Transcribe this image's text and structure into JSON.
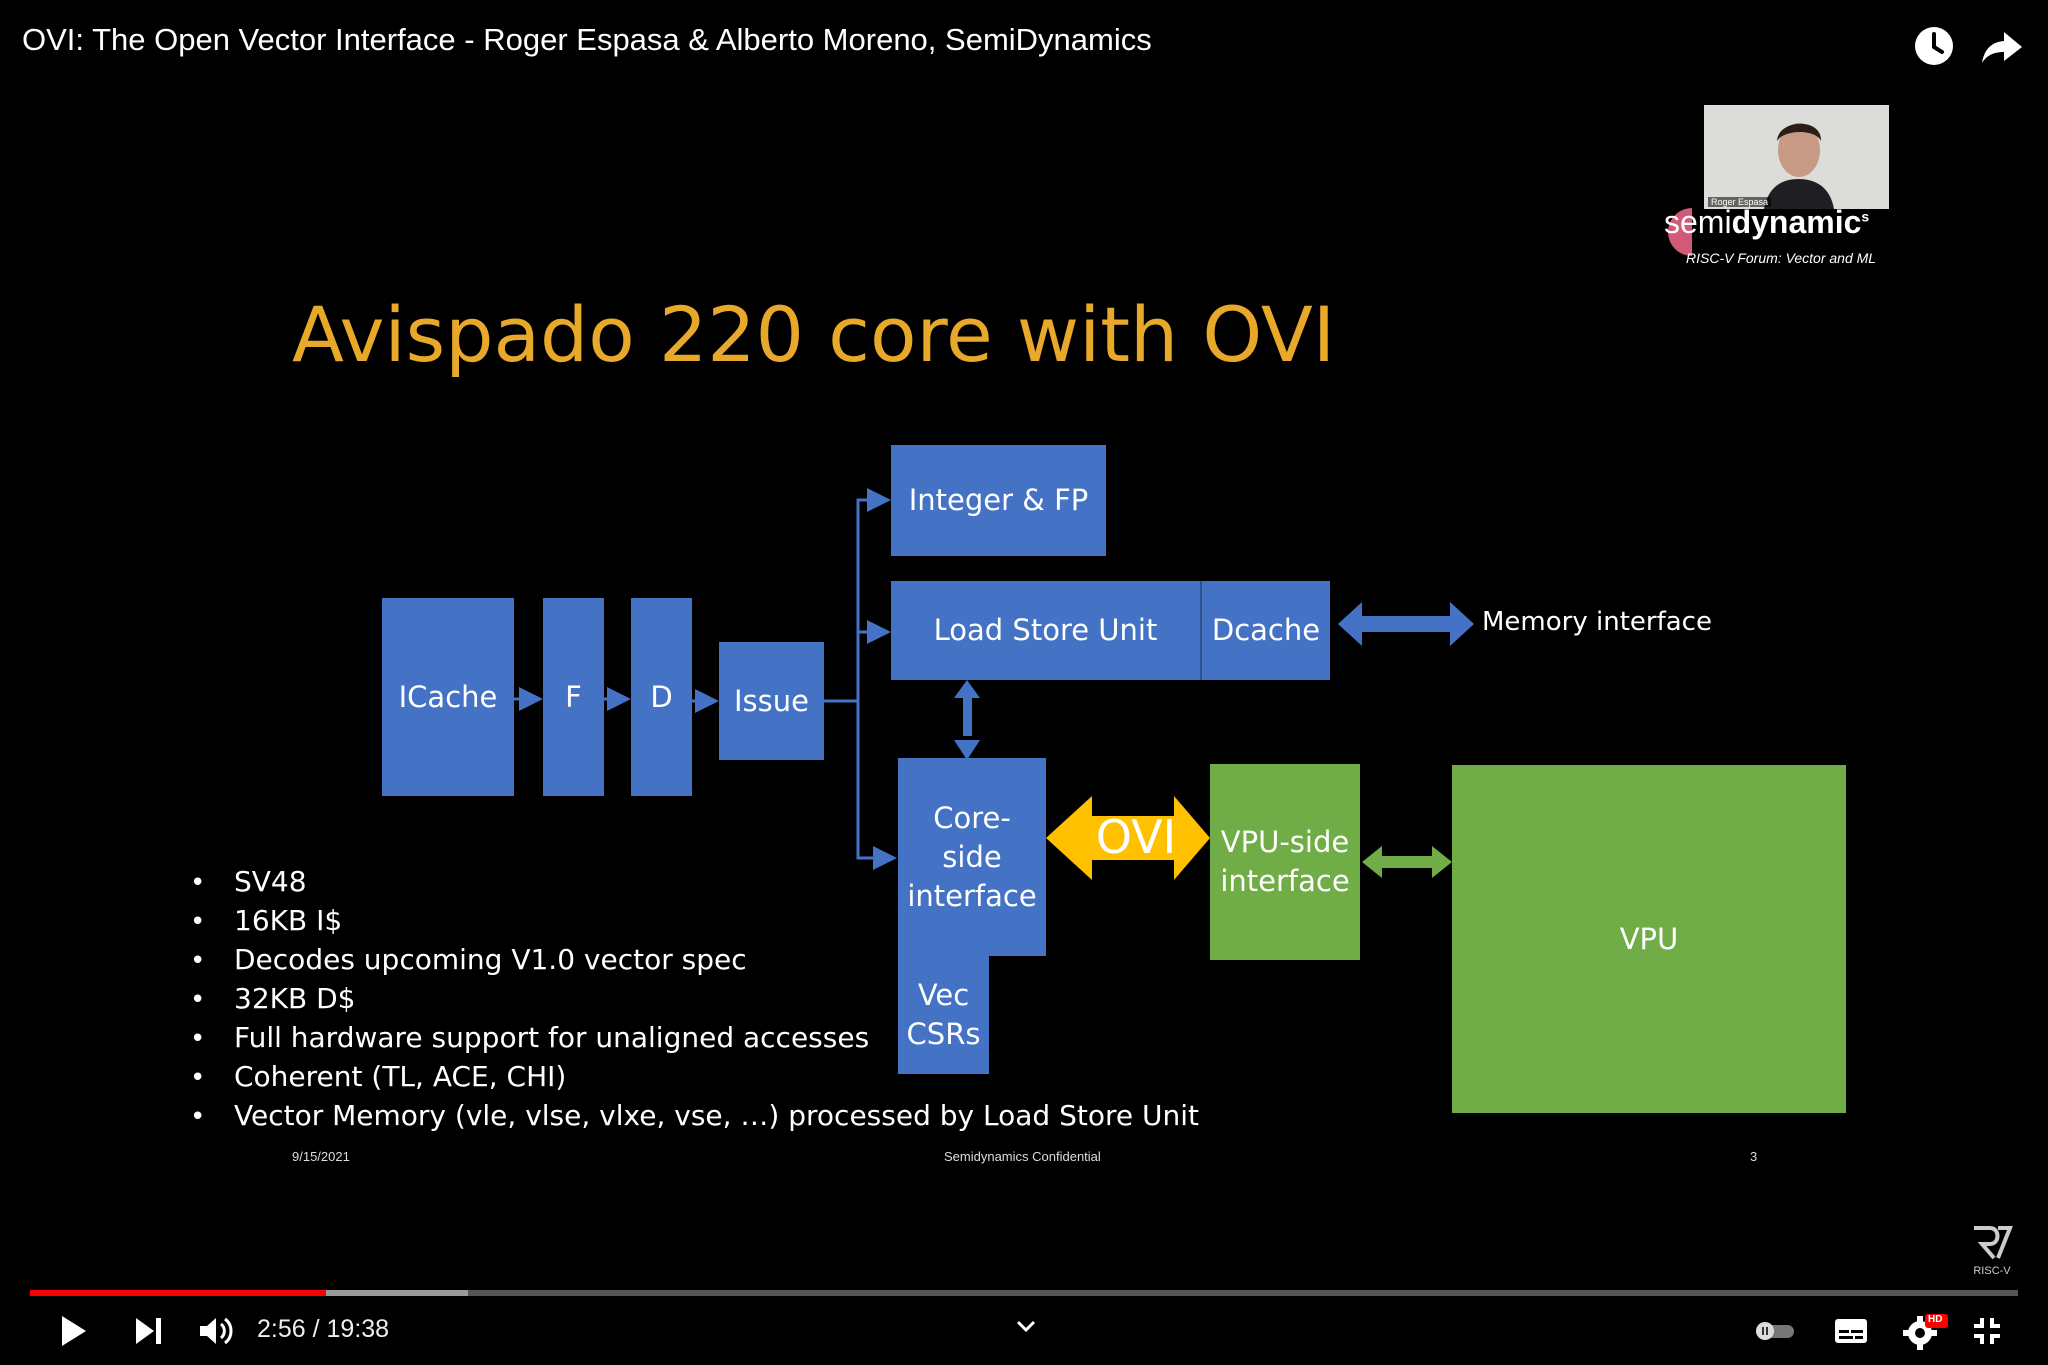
{
  "video": {
    "title": "OVI: The Open Vector Interface - Roger Espasa & Alberto Moreno, SemiDynamics"
  },
  "slide": {
    "title": "Avispado 220 core with OVI",
    "blocks": {
      "icache": "ICache",
      "f": "F",
      "d": "D",
      "issue": "Issue",
      "integer_fp": "Integer & FP",
      "lsu": "Load Store Unit",
      "dcache": "Dcache",
      "memory_interface": "Memory interface",
      "core_side_1": "Core-",
      "core_side_2": "side",
      "core_side_3": "interface",
      "ovi": "OVI",
      "vpu_side_1": "VPU-side",
      "vpu_side_2": "interface",
      "vpu": "VPU",
      "vec_1": "Vec",
      "vec_2": "CSRs"
    },
    "bullets": [
      "SV48",
      "16KB I$",
      "Decodes upcoming V1.0 vector spec",
      "32KB D$",
      "Full hardware support for unaligned accesses",
      "Coherent (TL, ACE, CHI)",
      "Vector Memory (vle, vlse, vlxe, vse, …) processed by Load Store Unit"
    ],
    "footer": {
      "date": "9/15/2021",
      "confidential": "Semidynamics Confidential",
      "page": "3"
    },
    "colors": {
      "title": "#e8a92b",
      "blue_block": "#4472c4",
      "green_block": "#70ad47",
      "ovi_arrow": "#ffc000"
    }
  },
  "speaker": {
    "name": "Roger Espasa"
  },
  "brand": {
    "logo_light": "semi",
    "logo_bold": "dynamic",
    "logo_sup": "s",
    "subtitle": "RISC-V Forum: Vector and ML",
    "watermark": "RISC-V"
  },
  "player": {
    "current_time": "2:56",
    "separator": " / ",
    "duration": "19:38",
    "played_fraction": 0.149,
    "buffered_fraction": 0.143,
    "hd_badge": "HD",
    "icons": [
      "watch-later-icon",
      "share-icon",
      "play-icon",
      "next-icon",
      "volume-icon",
      "chevron-down-icon",
      "autoplay-toggle-icon",
      "subtitles-icon",
      "settings-icon",
      "exit-fullscreen-icon"
    ]
  }
}
